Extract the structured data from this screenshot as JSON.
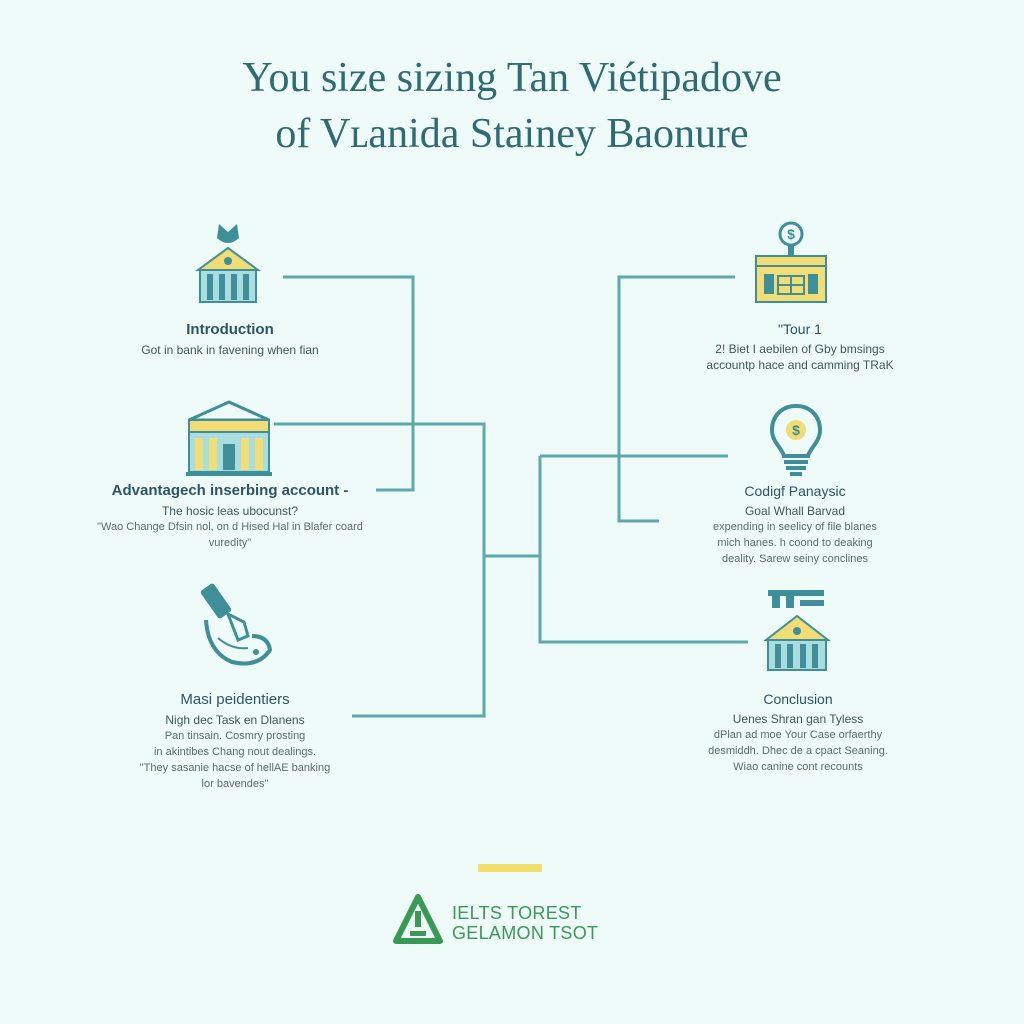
{
  "title": {
    "line1": "You size sizing Tan Viétipadove",
    "line2": "of Vʟanida Stainey Baonure"
  },
  "left_blocks": [
    {
      "heading": "Introduction",
      "lines": [
        "Got in bank in favening when fian"
      ]
    },
    {
      "heading": "Advantagech inserbing account -",
      "lines": [
        "The hosic leas ubocunst?",
        "\"Wao Change Dfsin nol, on d Hised Hal in Blafer coard",
        "vuredity\""
      ]
    },
    {
      "heading": "Masi peidentiers",
      "lines": [
        "Nigh dec Task en Dlanens",
        "Pan tinsain. Cosmry prosting",
        "in akintibes Chang nout dealings.",
        "\"They sasanie hacse of hellAE banking",
        "lor bavendes\""
      ]
    }
  ],
  "right_blocks": [
    {
      "heading": "\"Tour 1",
      "lines": [
        "2! Biet I aebilen of Gby bmsings",
        "accountp hace and camming TRaK"
      ]
    },
    {
      "heading": "Codigf Panaysic",
      "lines": [
        "Goal Whall Barvad",
        "expending in seelicy of file blanes",
        "mich hanes. h coond to deaking",
        "deality. Sarew seiny conclines"
      ]
    },
    {
      "heading": "Conclusion",
      "lines": [
        "Uenes Shran gan Tyless",
        "dPlan ad moe Your Case orfaerthy",
        "desmiddh. Dhec de a cpact Seaning.",
        "Wiao canine cont recounts"
      ]
    }
  ],
  "footer": {
    "brand_line1": "IELTS TOREST",
    "brand_line2": "GELAMON TSOT"
  },
  "colors": {
    "background": "#eefbf8",
    "title": "#2e6b72",
    "connector": "#5fa8ad",
    "icon_teal": "#3f8f9a",
    "icon_yellow": "#f2dc74",
    "accent_bar": "#f0e06a",
    "brand_green": "#3a9a55"
  },
  "icons": {
    "intro": "bank-building-icon",
    "advantages": "bank-columns-icon",
    "disadvantages": "hand-card-icon",
    "tour": "money-building-icon",
    "analysis": "lightbulb-money-icon",
    "conclusion": "bank-key-icon",
    "brand": "triangle-logo-icon"
  }
}
